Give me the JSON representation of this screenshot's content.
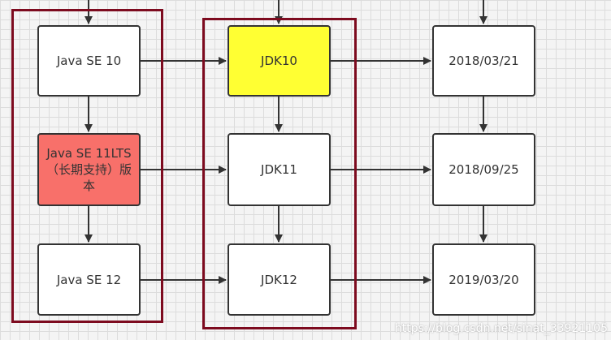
{
  "colors": {
    "frame": "#7d0b1f",
    "node_border": "#333333",
    "node_fill": "#ffffff",
    "highlight_yellow": "#ffff33",
    "highlight_red": "#f8706a"
  },
  "columns": {
    "versions": {
      "items": [
        {
          "label": "Java SE 10"
        },
        {
          "label": "Java SE 11LTS（长期支持）版本"
        },
        {
          "label": "Java SE 12"
        }
      ]
    },
    "jdks": {
      "items": [
        {
          "label": "JDK10"
        },
        {
          "label": "JDK11"
        },
        {
          "label": "JDK12"
        }
      ]
    },
    "dates": {
      "items": [
        {
          "label": "2018/03/21"
        },
        {
          "label": "2018/09/25"
        },
        {
          "label": "2019/03/20"
        }
      ]
    }
  },
  "watermark": "https://blog.csdn.net/sinat_33921105"
}
